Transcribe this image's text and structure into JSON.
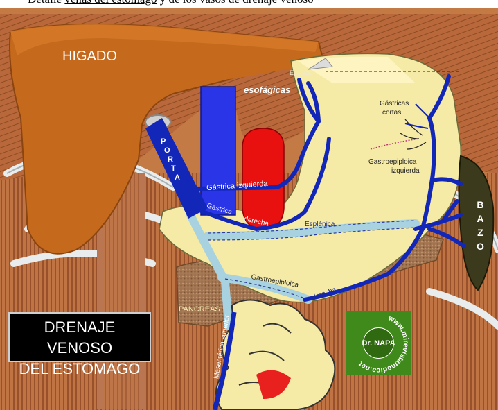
{
  "caption": {
    "prefix": "Detalle ",
    "underlined": "venas del estómago",
    "suffix": " y de los vasos de drenaje venoso"
  },
  "title": {
    "line1": "DRENAJE VENOSO",
    "line2": "DEL ESTOMAGO"
  },
  "labels": {
    "higado": "HIGADO",
    "esofagicas": "esofágicas",
    "esofago": "Esófago",
    "gastricas_cortas_1": "Gástricas",
    "gastricas_cortas_2": "cortas",
    "gastroepiploica_izq_1": "Gastroepiploica",
    "gastroepiploica_izq_2": "izquierda",
    "porta": [
      "P",
      "O",
      "R",
      "T",
      "A"
    ],
    "gastrica_izquierda": "Gástrica izquierda",
    "gastrica_derecha_1": "Gástrica",
    "gastrica_derecha_2": "derecha",
    "esplenica": "Esplénica",
    "bazo": [
      "B",
      "A",
      "Z",
      "O"
    ],
    "gastroepiploica_der_1": "Gastroepiploica",
    "gastroepiploica_der_2": "derecha",
    "pancreas": "PANCREAS",
    "mesenterica": "Mesentérica superior"
  },
  "logo": {
    "ring_text": "www.mirevistamedica.net",
    "center": "Dr. NAPA"
  },
  "colors": {
    "liver": "#c56a1c",
    "vein": "#1226b8",
    "portal_light": "#a9d2e0",
    "stomach": "#f5eaa6",
    "muscle": "#b86a3a",
    "spleen": "#3c3a1c",
    "pancreas": "#a87b58",
    "logo_green": "#3f8a1a"
  }
}
